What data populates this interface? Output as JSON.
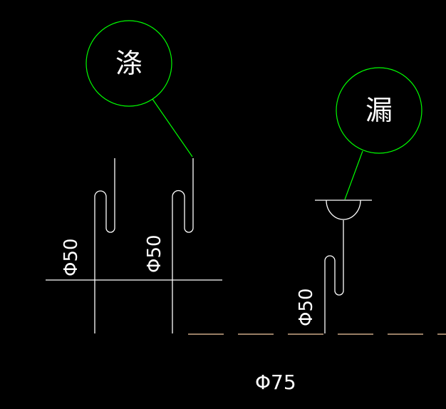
{
  "labels": {
    "callout_wash": "涤",
    "callout_drain": "漏",
    "pipe_left": "Φ50",
    "pipe_middle": "Φ50",
    "pipe_right": "Φ50",
    "main_pipe": "Φ75"
  },
  "colors": {
    "background": "#000000",
    "pipe": "#ffffff",
    "leader": "#00ff00",
    "drain_dashed": "#f2c9a0",
    "text": "#ffffff"
  }
}
